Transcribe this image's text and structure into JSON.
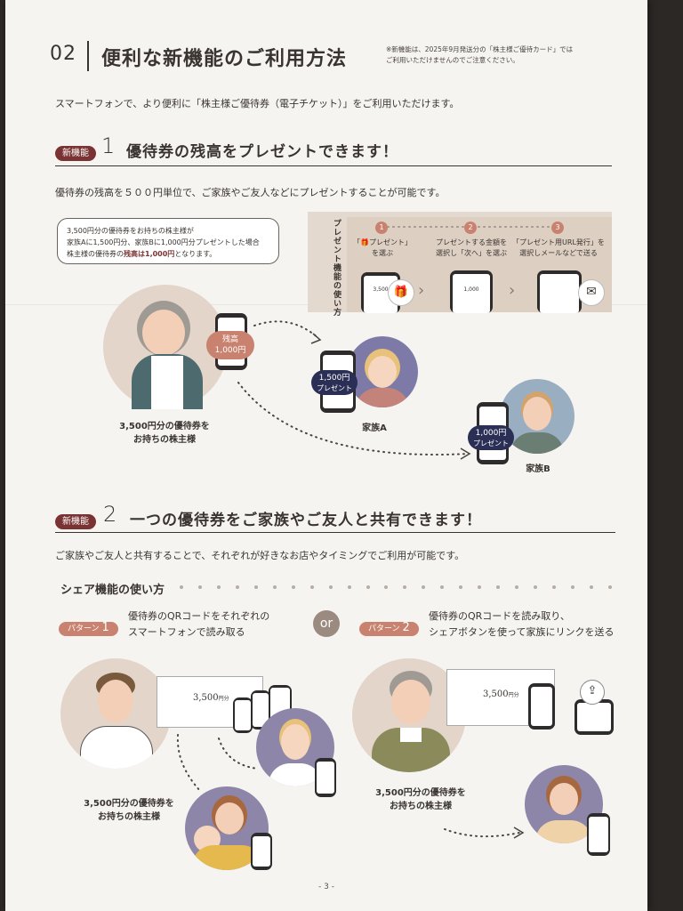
{
  "header": {
    "number": "02",
    "title": "便利な新機能のご利用方法",
    "note_line1": "※新機能は、2025年9月発送分の「株主様ご優待カード」では",
    "note_line2": "ご利用いただけませんのでご注意ください。"
  },
  "intro": "スマートフォンで、より便利に「株主様ご優待券（電子チケット）」をご利用いただけます。",
  "feature1": {
    "badge": "新機能",
    "number": "1",
    "title": "優待券の残高をプレゼントできます！",
    "body": "優待券の残高を５００円単位で、ご家族やご友人などにプレゼントすることが可能です。",
    "bubble_line1": "3,500円分の優待券をお持ちの株主様が",
    "bubble_line2": "家族Aに1,500円分、家族Bに1,000円分プレゼントした場合",
    "bubble_line3a": "株主様の優待券の",
    "bubble_line3b": "残高は1,000円",
    "bubble_line3c": "となります。",
    "steps_label": "プレゼント機能の使い方",
    "steps": [
      {
        "num": "1",
        "line1": "「🎁プレゼント」",
        "line2": "を選ぶ",
        "phone_amount": "3,500"
      },
      {
        "num": "2",
        "line1": "プレゼントする金額を",
        "line2": "選択し「次へ」を選ぶ",
        "phone_amount": "1,000"
      },
      {
        "num": "3",
        "line1": "「プレゼント用URL発行」を",
        "line2": "選択しメールなどで送る",
        "phone_amount": ""
      }
    ],
    "balance_pill_line1": "残高",
    "balance_pill_line2": "1,000円",
    "giver_caption_line1": "3,500円分の優待券を",
    "giver_caption_line2": "お持ちの株主様",
    "familyA_pill_line1": "1,500円",
    "familyA_pill_line2": "プレゼント",
    "familyA_caption": "家族A",
    "familyB_pill_line1": "1,000円",
    "familyB_pill_line2": "プレゼント",
    "familyB_caption": "家族B"
  },
  "feature2": {
    "badge": "新機能",
    "number": "2",
    "title": "一つの優待券をご家族やご友人と共有できます！",
    "body": "ご家族やご友人と共有することで、それぞれが好きなお店やタイミングでご利用が可能です。",
    "share_heading": "シェア機能の使い方",
    "pattern1_label": "パターン",
    "pattern1_num": "1",
    "pattern1_line1": "優待券のQRコードをそれぞれの",
    "pattern1_line2": "スマートフォンで読み取る",
    "or": "or",
    "pattern2_label": "パターン",
    "pattern2_num": "2",
    "pattern2_line1": "優待券のQRコードを読み取り、",
    "pattern2_line2": "シェアボタンを使って家族にリンクを送る",
    "ticket_amount": "3,500",
    "ticket_unit": "円分",
    "caption1_line1": "3,500円分の優待券を",
    "caption1_line2": "お持ちの株主様",
    "caption2_line1": "3,500円分の優待券を",
    "caption2_line2": "お持ちの株主様"
  },
  "page_number": "- 3 -",
  "colors": {
    "accent": "#7a3333",
    "salmon": "#c9826f",
    "navy": "#2b2f55",
    "beige": "#e4d9ce"
  }
}
